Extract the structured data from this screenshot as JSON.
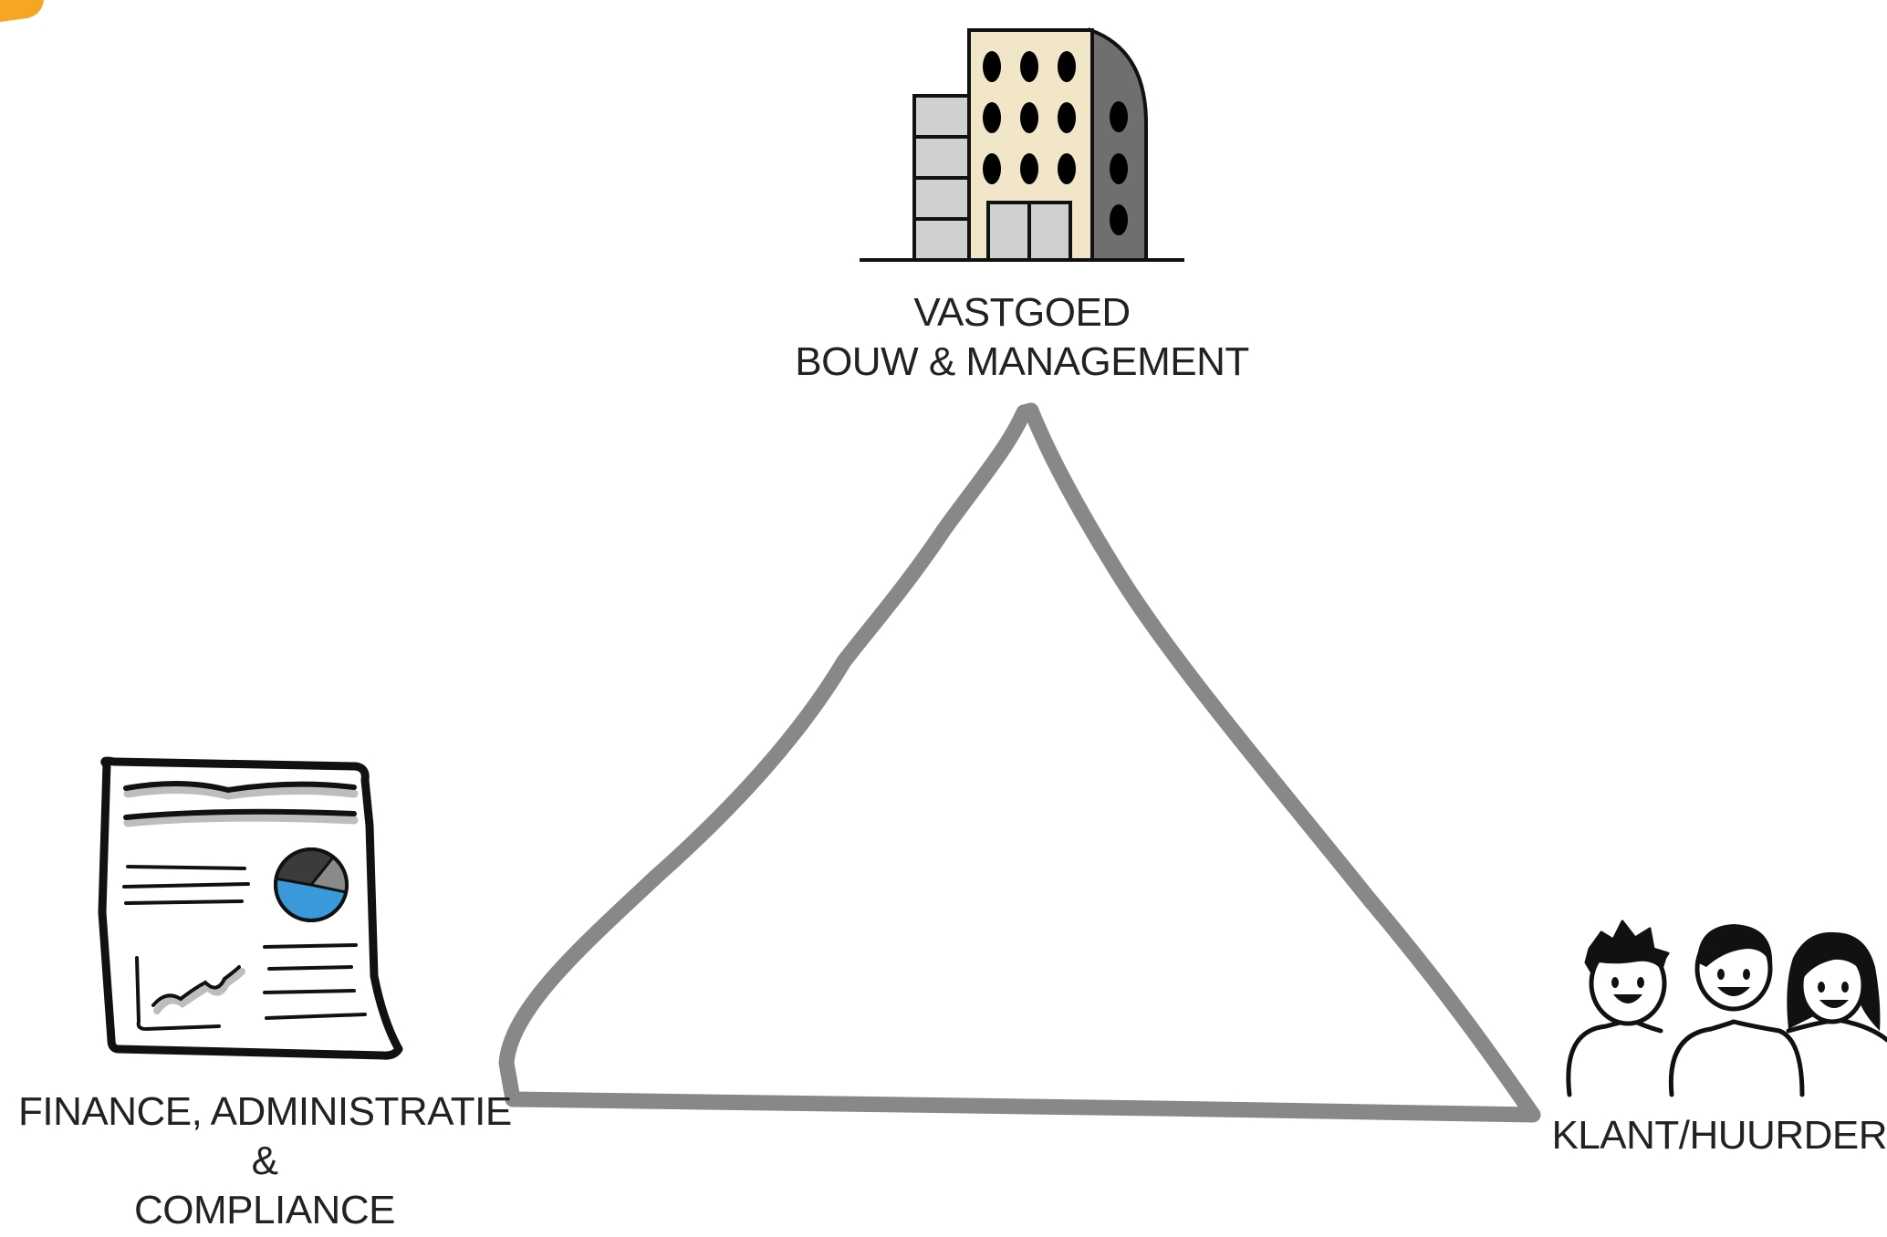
{
  "nodes": {
    "top": {
      "icon": "office-building-icon",
      "line1": "VASTGOED",
      "line2": "BOUW & MANAGEMENT"
    },
    "left": {
      "icon": "financial-report-document-icon",
      "line1": "FINANCE, ADMINISTRATIE",
      "line2": "&",
      "line3": "COMPLIANCE"
    },
    "right": {
      "icon": "group-of-people-icon",
      "line1": "KLANT/HUURDER"
    }
  },
  "colors": {
    "triangle_stroke": "#888888",
    "text": "#222222",
    "building_facade": "#f2e6c8",
    "building_side": "#6f6f6f",
    "building_wing": "#cfd0d0",
    "pie_blue": "#3a9ad9",
    "accent_orange": "#f5a623"
  }
}
